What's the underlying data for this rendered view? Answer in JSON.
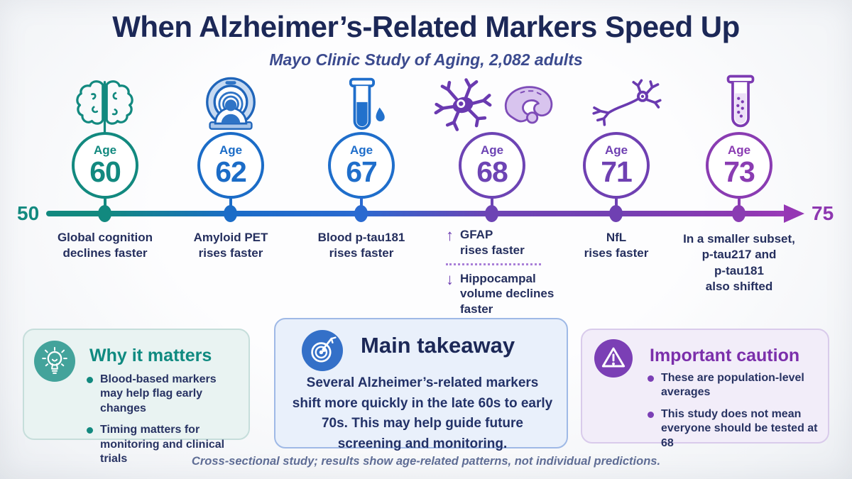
{
  "title": "When Alzheimer’s-Related Markers Speed Up",
  "subtitle": "Mayo Clinic Study of Aging, 2,082 adults",
  "palette": {
    "navy": "#1c2857",
    "teal": "#12897f",
    "blue": "#1f6ecb",
    "purple": "#6d44b4",
    "magenta_purple": "#8d37b0"
  },
  "timeline": {
    "start_label": "50",
    "end_label": "75",
    "markers": [
      {
        "age_word": "Age",
        "age": "60",
        "color": "#12897f",
        "icon": "brain-icon",
        "lines": [
          "Global cognition",
          "declines faster"
        ]
      },
      {
        "age_word": "Age",
        "age": "62",
        "color": "#1b6cc7",
        "icon": "mri-scanner-icon",
        "lines": [
          "Amyloid PET",
          "rises faster"
        ]
      },
      {
        "age_word": "Age",
        "age": "67",
        "color": "#1f6ecb",
        "icon": "blood-test-tube-icon",
        "lines": [
          "Blood p-tau181",
          "rises faster"
        ]
      },
      {
        "age_word": "Age",
        "age": "68",
        "color": "#6d44b4",
        "icon": "astrocyte-and-hippocampus-icons",
        "sub_items": [
          {
            "arrow": "↑",
            "lines": [
              "GFAP",
              "rises faster"
            ]
          },
          {
            "arrow": "↓",
            "lines": [
              "Hippocampal",
              "volume declines",
              "faster"
            ]
          }
        ]
      },
      {
        "age_word": "Age",
        "age": "71",
        "color": "#6f40b2",
        "icon": "neuron-icon",
        "lines": [
          "NfL",
          "rises faster"
        ]
      },
      {
        "age_word": "Age",
        "age": "73",
        "color": "#8a3cb2",
        "icon": "lab-test-tube-icon",
        "lines": [
          "In a smaller subset,",
          "p-tau217 and",
          "p-tau181",
          "also shifted"
        ]
      }
    ]
  },
  "boxes": [
    {
      "heading": "Why it matters",
      "icon": "lightbulb-icon",
      "accent": "#0f8a80",
      "bullets": [
        "Blood-based markers may help flag early changes",
        "Timing matters for monitoring and clinical trials"
      ]
    },
    {
      "heading": "Main takeaway",
      "icon": "target-icon",
      "accent": "#1c2857",
      "body": "Several Alzheimer’s-related markers shift more quickly in the late 60s to early 70s. This may help guide future screening and monitoring."
    },
    {
      "heading": "Important caution",
      "icon": "warning-icon",
      "accent": "#7b2fab",
      "bullets": [
        "These are population-level averages",
        "This study does not mean everyone should be tested at 68"
      ]
    }
  ],
  "footer": "Cross-sectional study; results show age-related patterns, not individual predictions."
}
